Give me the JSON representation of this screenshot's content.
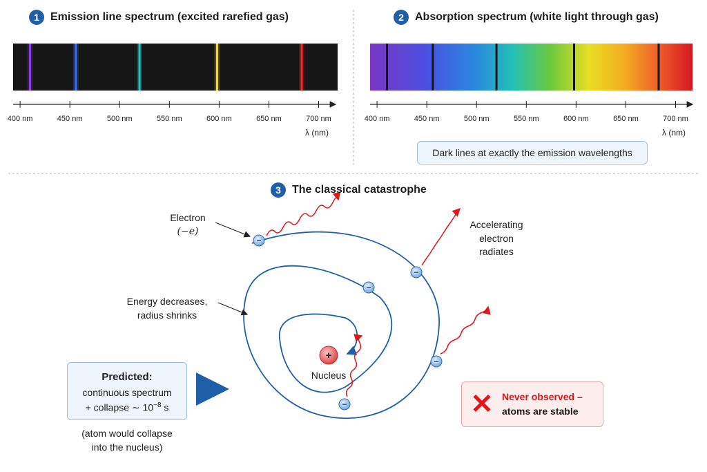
{
  "sections": {
    "emission": {
      "number": "1",
      "title": "Emission line spectrum (excited rarefied gas)"
    },
    "absorption": {
      "number": "2",
      "title": "Absorption spectrum (white light through gas)"
    },
    "catastrophe": {
      "number": "3",
      "title": "The classical catastrophe"
    }
  },
  "axis": {
    "tick_labels": [
      "400 nm",
      "450 nm",
      "500 nm",
      "550 nm",
      "600 nm",
      "650 nm",
      "700 nm"
    ],
    "ticks_nm": [
      400,
      450,
      500,
      550,
      600,
      650,
      700
    ],
    "range_nm": [
      393,
      717
    ],
    "label": "λ (nm)"
  },
  "spectral_lines_nm": [
    410,
    456,
    520,
    598,
    683
  ],
  "line_colors": [
    "#8d3fdc",
    "#3a6ef5",
    "#24c4c4",
    "#f2dc23",
    "#ee2b2b"
  ],
  "absorption_note": "Dark lines at exactly the emission wavelengths",
  "labels": {
    "electron_line1": "Electron",
    "electron_line2": "(−e)",
    "accelerating_line1": "Accelerating",
    "accelerating_line2": "electron",
    "accelerating_line3": "radiates",
    "energy_line1": "Energy decreases,",
    "energy_line2": "radius shrinks",
    "nucleus": "Nucleus",
    "nucleus_sign": "+",
    "electron_sign": "−"
  },
  "predicted": {
    "title": "Predicted:",
    "line1": "continuous spectrum",
    "line2_prefix": "+ collapse ∼ 10",
    "line2_exp": "−8",
    "line2_suffix": " s",
    "note_line1": "(atom would collapse",
    "note_line2": "into the nucleus)"
  },
  "never": {
    "mark": "✕",
    "line1": "Never observed –",
    "line2": "atoms are stable"
  },
  "colors": {
    "accent_blue": "#1f5fa8",
    "orbit": "#1f5fa8",
    "wave_red": "#e0161b",
    "nucleus_red": "#e8595c",
    "electron_blue": "#7fb3e6"
  }
}
